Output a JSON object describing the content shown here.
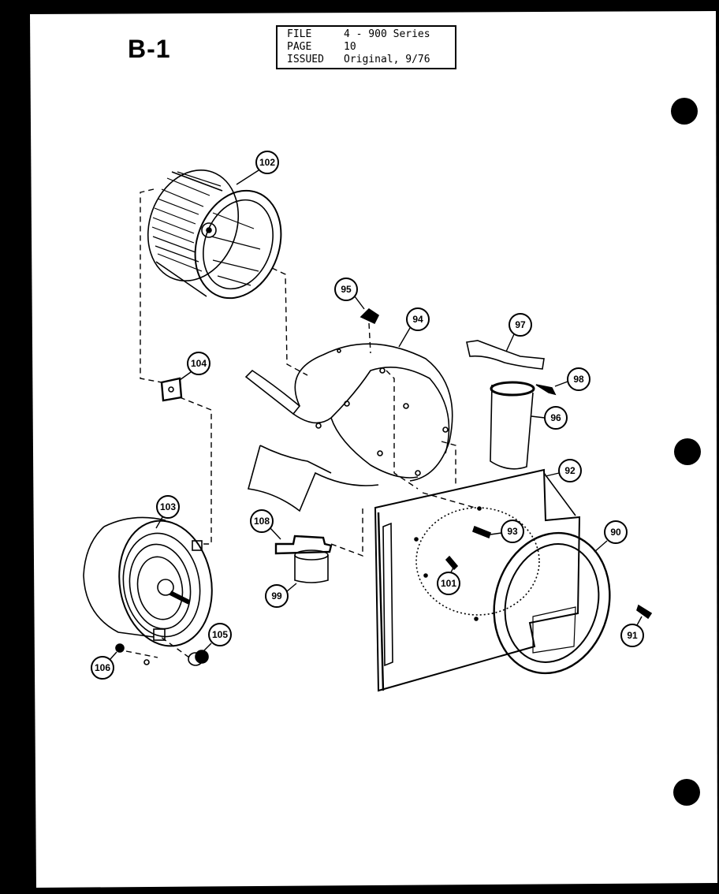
{
  "page_label": "B-1",
  "file_info": {
    "rows": [
      {
        "key": "FILE",
        "value": "4 - 900 Series"
      },
      {
        "key": "PAGE",
        "value": "10"
      },
      {
        "key": "ISSUED",
        "value": "Original, 9/76"
      }
    ]
  },
  "callouts": [
    {
      "id": "blower-wheel",
      "label": "102"
    },
    {
      "id": "mounting-bracket",
      "label": "104"
    },
    {
      "id": "clip",
      "label": "95"
    },
    {
      "id": "blower-housing",
      "label": "94"
    },
    {
      "id": "capacitor-strap",
      "label": "97"
    },
    {
      "id": "strap-screw",
      "label": "98"
    },
    {
      "id": "capacitor",
      "label": "96"
    },
    {
      "id": "motor",
      "label": "103"
    },
    {
      "id": "small-bracket",
      "label": "108"
    },
    {
      "id": "small-capacitor",
      "label": "99"
    },
    {
      "id": "front-panel",
      "label": "92"
    },
    {
      "id": "panel-screw",
      "label": "93"
    },
    {
      "id": "bushing",
      "label": "101"
    },
    {
      "id": "orifice-ring",
      "label": "90"
    },
    {
      "id": "ring-screw",
      "label": "91"
    },
    {
      "id": "grommet",
      "label": "105"
    },
    {
      "id": "motor-nut",
      "label": "106"
    }
  ]
}
